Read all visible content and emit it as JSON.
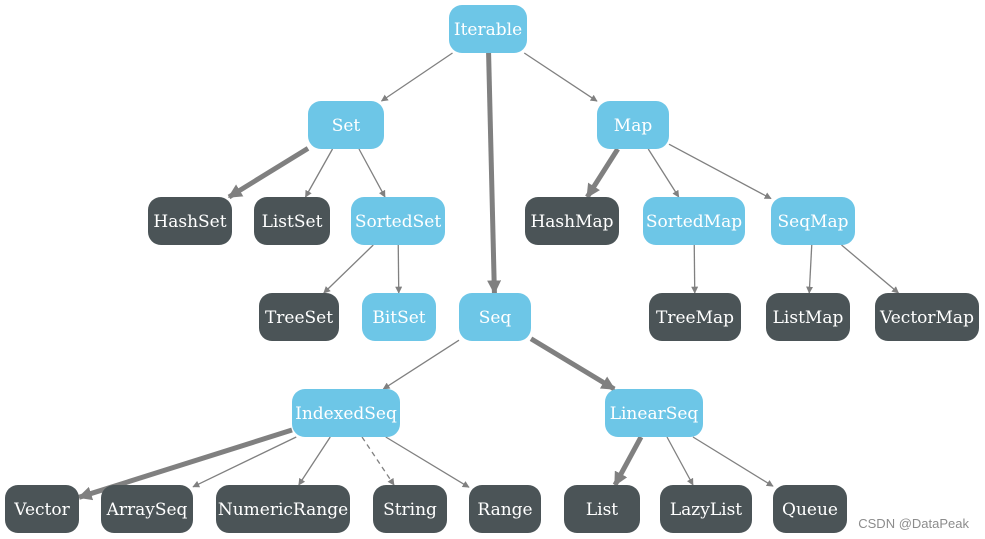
{
  "nodes": {
    "iterable": {
      "label": "Iterable",
      "kind": "abstract"
    },
    "set": {
      "label": "Set",
      "kind": "abstract"
    },
    "map": {
      "label": "Map",
      "kind": "abstract"
    },
    "seq": {
      "label": "Seq",
      "kind": "abstract"
    },
    "hashset": {
      "label": "HashSet",
      "kind": "concrete"
    },
    "listset": {
      "label": "ListSet",
      "kind": "concrete"
    },
    "sortedset": {
      "label": "SortedSet",
      "kind": "abstract"
    },
    "treeset": {
      "label": "TreeSet",
      "kind": "concrete"
    },
    "bitset": {
      "label": "BitSet",
      "kind": "abstract"
    },
    "hashmap": {
      "label": "HashMap",
      "kind": "concrete"
    },
    "sortedmap": {
      "label": "SortedMap",
      "kind": "abstract"
    },
    "seqmap": {
      "label": "SeqMap",
      "kind": "abstract"
    },
    "treemap": {
      "label": "TreeMap",
      "kind": "concrete"
    },
    "listmap": {
      "label": "ListMap",
      "kind": "concrete"
    },
    "vectormap": {
      "label": "VectorMap",
      "kind": "concrete"
    },
    "indexedseq": {
      "label": "IndexedSeq",
      "kind": "abstract"
    },
    "linearseq": {
      "label": "LinearSeq",
      "kind": "abstract"
    },
    "vector": {
      "label": "Vector",
      "kind": "concrete"
    },
    "arrayseq": {
      "label": "ArraySeq",
      "kind": "concrete"
    },
    "numericrange": {
      "label": "NumericRange",
      "kind": "concrete"
    },
    "string": {
      "label": "String",
      "kind": "concrete"
    },
    "range": {
      "label": "Range",
      "kind": "concrete"
    },
    "list": {
      "label": "List",
      "kind": "concrete"
    },
    "lazylist": {
      "label": "LazyList",
      "kind": "concrete"
    },
    "queue": {
      "label": "Queue",
      "kind": "concrete"
    }
  },
  "edges": [
    {
      "from": "iterable",
      "to": "set",
      "weight": "normal"
    },
    {
      "from": "iterable",
      "to": "seq",
      "weight": "thick"
    },
    {
      "from": "iterable",
      "to": "map",
      "weight": "normal"
    },
    {
      "from": "set",
      "to": "hashset",
      "weight": "thick"
    },
    {
      "from": "set",
      "to": "listset",
      "weight": "normal"
    },
    {
      "from": "set",
      "to": "sortedset",
      "weight": "normal"
    },
    {
      "from": "sortedset",
      "to": "treeset",
      "weight": "normal"
    },
    {
      "from": "sortedset",
      "to": "bitset",
      "weight": "normal"
    },
    {
      "from": "map",
      "to": "hashmap",
      "weight": "thick"
    },
    {
      "from": "map",
      "to": "sortedmap",
      "weight": "normal"
    },
    {
      "from": "map",
      "to": "seqmap",
      "weight": "normal"
    },
    {
      "from": "sortedmap",
      "to": "treemap",
      "weight": "normal"
    },
    {
      "from": "seqmap",
      "to": "listmap",
      "weight": "normal"
    },
    {
      "from": "seqmap",
      "to": "vectormap",
      "weight": "normal"
    },
    {
      "from": "seq",
      "to": "indexedseq",
      "weight": "normal"
    },
    {
      "from": "seq",
      "to": "linearseq",
      "weight": "thick"
    },
    {
      "from": "indexedseq",
      "to": "vector",
      "weight": "thick"
    },
    {
      "from": "indexedseq",
      "to": "arrayseq",
      "weight": "normal"
    },
    {
      "from": "indexedseq",
      "to": "numericrange",
      "weight": "normal"
    },
    {
      "from": "indexedseq",
      "to": "string",
      "weight": "dashed"
    },
    {
      "from": "indexedseq",
      "to": "range",
      "weight": "normal"
    },
    {
      "from": "linearseq",
      "to": "list",
      "weight": "thick"
    },
    {
      "from": "linearseq",
      "to": "lazylist",
      "weight": "normal"
    },
    {
      "from": "linearseq",
      "to": "queue",
      "weight": "normal"
    }
  ],
  "watermark": "CSDN @DataPeak",
  "colors": {
    "abstract": "#6dc6e7",
    "concrete": "#4b5457",
    "edge": "#808080"
  }
}
